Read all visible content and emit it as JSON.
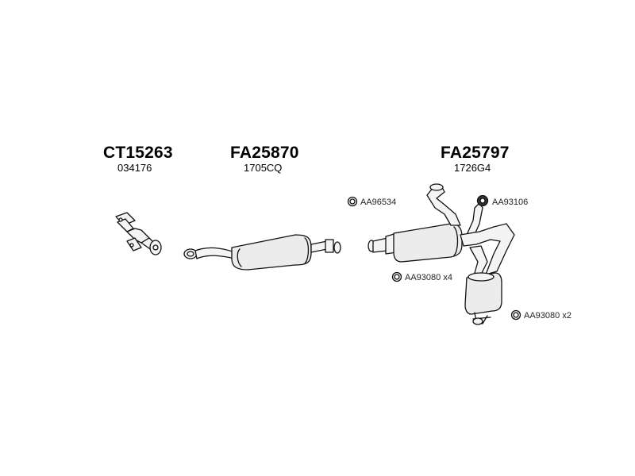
{
  "parts": [
    {
      "part_no": "CT15263",
      "oem_no": "034176"
    },
    {
      "part_no": "FA25870",
      "oem_no": "1705CQ"
    },
    {
      "part_no": "FA25797",
      "oem_no": "1726G4"
    }
  ],
  "seals": [
    {
      "label": "AA96534"
    },
    {
      "label": "AA93106"
    },
    {
      "label": "AA93080 x4"
    },
    {
      "label": "AA93080 x2"
    }
  ],
  "colors": {
    "line": "#111111",
    "shade": "#d8d8d8",
    "fill": "#f4f4f4"
  }
}
